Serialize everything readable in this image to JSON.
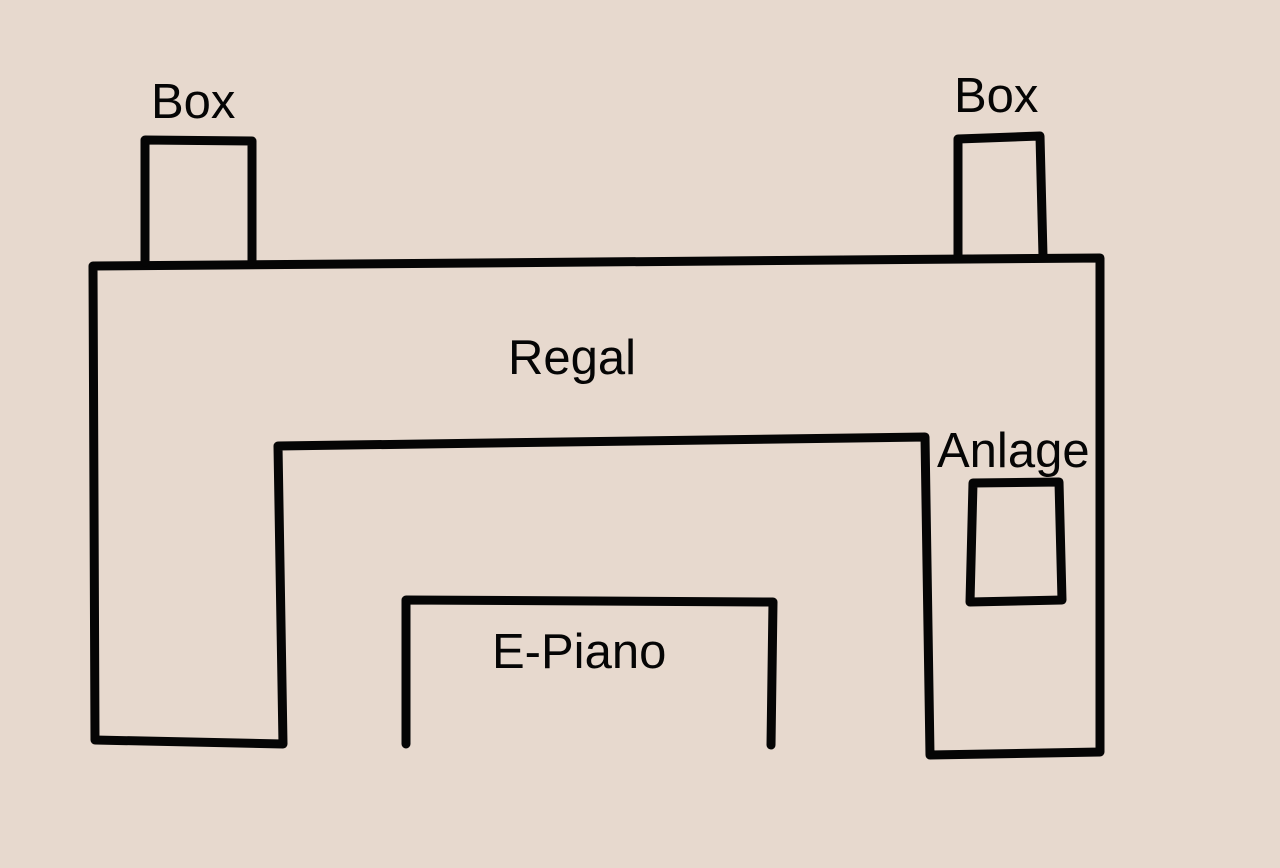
{
  "diagram": {
    "background_color": "#e7d9ce",
    "stroke_color": "#050505",
    "labels": {
      "box_left": "Box",
      "box_right": "Box",
      "shelf": "Regal",
      "stereo": "Anlage",
      "piano": "E-Piano"
    }
  }
}
